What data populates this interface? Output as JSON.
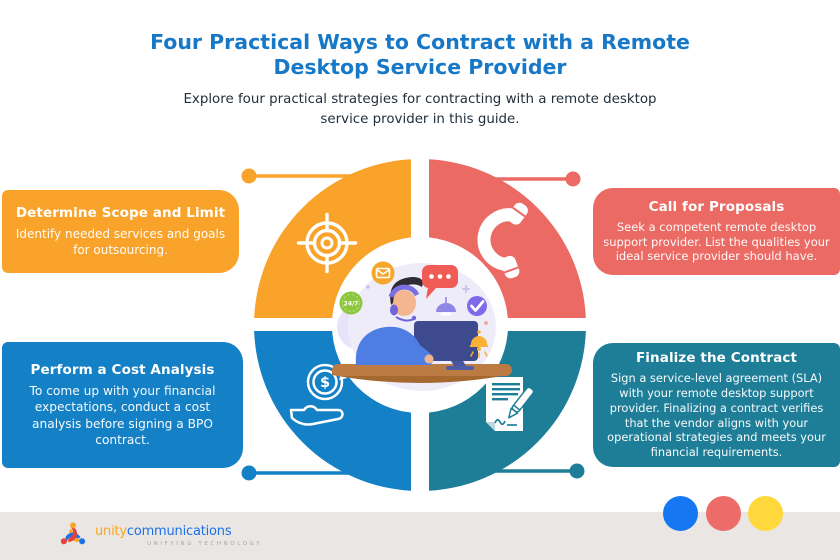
{
  "header": {
    "title": "Four Practical Ways to Contract with a Remote Desktop Service Provider",
    "subtitle": "Explore four practical strategies for contracting with a remote desktop service provider in this guide."
  },
  "cards": [
    {
      "position": "top-left",
      "color": "#F9A32B",
      "icon": "target-icon",
      "title": "Determine Scope and Limit",
      "body": "Identify needed services and goals for outsourcing."
    },
    {
      "position": "top-right",
      "color": "#EB6A64",
      "icon": "phone-icon",
      "title": "Call for Proposals",
      "body": "Seek a competent remote desktop support provider. List the qualities your ideal service provider should have."
    },
    {
      "position": "bottom-left",
      "color": "#1480C6",
      "icon": "money-hand-icon",
      "title": "Perform a Cost Analysis",
      "body": "To come up with your financial expectations, conduct a cost analysis before signing a BPO contract."
    },
    {
      "position": "bottom-right",
      "color": "#1F7E97",
      "icon": "contract-pen-icon",
      "title": "Finalize the Contract",
      "body": "Sign a service-level agreement (SLA) with your remote desktop support provider. Finalizing a contract verifies that the vendor aligns with your operational strategies and meets your financial requirements."
    }
  ],
  "diagram": {
    "badge_247": "24/7",
    "coin_symbol": "$",
    "ring_colors": [
      "#F9A32B",
      "#EB6A64",
      "#1480C6",
      "#1F7E97"
    ]
  },
  "footer": {
    "brand_primary": "unity",
    "brand_secondary": "communications",
    "tagline": "UNIFYING TECHNOLOGY",
    "dots": [
      {
        "color": "#1677F2"
      },
      {
        "color": "#ED6B68"
      },
      {
        "color": "#FFD83B"
      }
    ]
  },
  "colors": {
    "title_text": "#1778C8",
    "subtitle_text": "#22303C",
    "footer_bg": "#E9E6E3"
  }
}
